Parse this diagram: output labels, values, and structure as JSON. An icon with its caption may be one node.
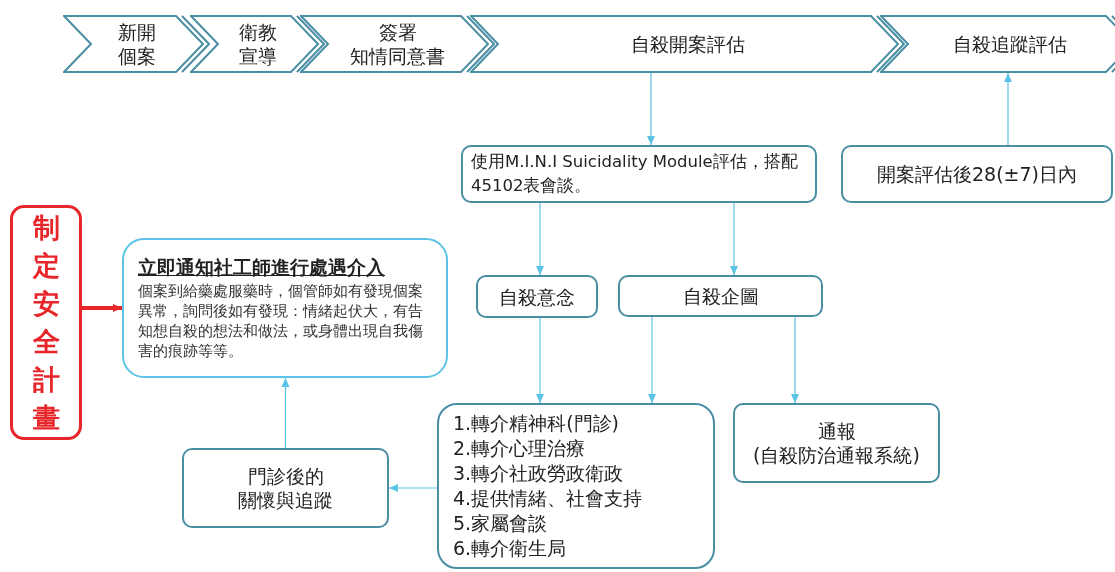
{
  "diagram": {
    "nodes": [
      {
        "text": [
          "新開個案"
        ]
      },
      {
        "text": [
          "衛教宣導"
        ]
      },
      {
        "text": [
          "簽署知情同意書"
        ]
      },
      {
        "text": [
          "自殺開案評估"
        ]
      },
      {
        "text": [
          "自殺追蹤評估"
        ]
      },
      {
        "text": [
          "使用M.I.N.I Suicidality Module評估，搭配45102表會談。"
        ]
      },
      {
        "text": [
          "開案評估後28(±7)日內"
        ]
      },
      {
        "text": [
          "制定安全計畫"
        ]
      },
      {
        "text": [
          "立即通知社工師進行處遇介入",
          "個案到給藥處服藥時，個管師如有發現個案異常，詢問後如有發現：情緒起伏大，有告知想自殺的想法和做法，或身體出現自我傷害的痕跡等等。"
        ]
      },
      {
        "text": [
          "自殺意念"
        ]
      },
      {
        "text": [
          "自殺企圖"
        ]
      },
      {
        "text": [
          "1.轉介精神科(門診)",
          "2.轉介心理治療",
          "3.轉介社政勞政衛政",
          "4.提供情緒、社會支持",
          "5.家屬會談",
          "6.轉介衛生局"
        ]
      },
      {
        "text": [
          "通報",
          "(自殺防治通報系統)"
        ]
      },
      {
        "text": [
          "門診後的關懷與追蹤"
        ]
      }
    ],
    "edges": [
      {
        "from": 3,
        "to": 5,
        "arrow": "to"
      },
      {
        "from": 6,
        "to": 4,
        "arrow": "to"
      },
      {
        "from": 7,
        "to": 8,
        "arrow": "to",
        "style": "thick",
        "color": "#e8262a"
      },
      {
        "from": 5,
        "to": 9,
        "arrow": "to"
      },
      {
        "from": 5,
        "to": 10,
        "arrow": "to"
      },
      {
        "from": 9,
        "to": 11,
        "arrow": "to"
      },
      {
        "from": 10,
        "to": 11,
        "arrow": "to"
      },
      {
        "from": 10,
        "to": 12,
        "arrow": "to"
      },
      {
        "from": 11,
        "to": 13,
        "arrow": "to"
      },
      {
        "from": 13,
        "to": 8,
        "arrow": "to"
      }
    ]
  }
}
